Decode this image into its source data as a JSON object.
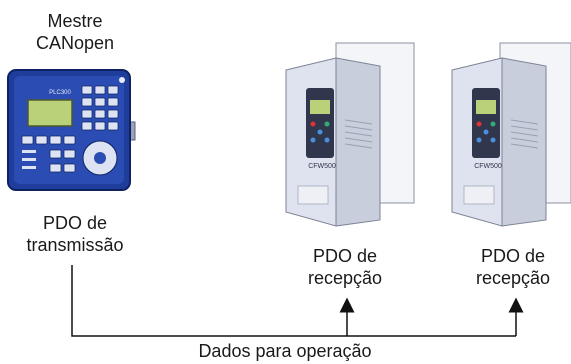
{
  "master": {
    "title_lines": [
      "Mestre",
      "CANopen"
    ],
    "pdo_lines": [
      "PDO de",
      "transmissão"
    ],
    "panel_brand": "PLC300"
  },
  "drives": [
    {
      "model": "CFW500",
      "pdo_lines": [
        "PDO de",
        "recepção"
      ]
    },
    {
      "model": "CFW500",
      "pdo_lines": [
        "PDO de",
        "recepção"
      ]
    }
  ],
  "bus_label": "Dados para operação",
  "colors": {
    "master_body": "#1f3e9c",
    "lcd": "#b9d27a",
    "drive_body": "#dfe3ef",
    "line": "#111111"
  }
}
